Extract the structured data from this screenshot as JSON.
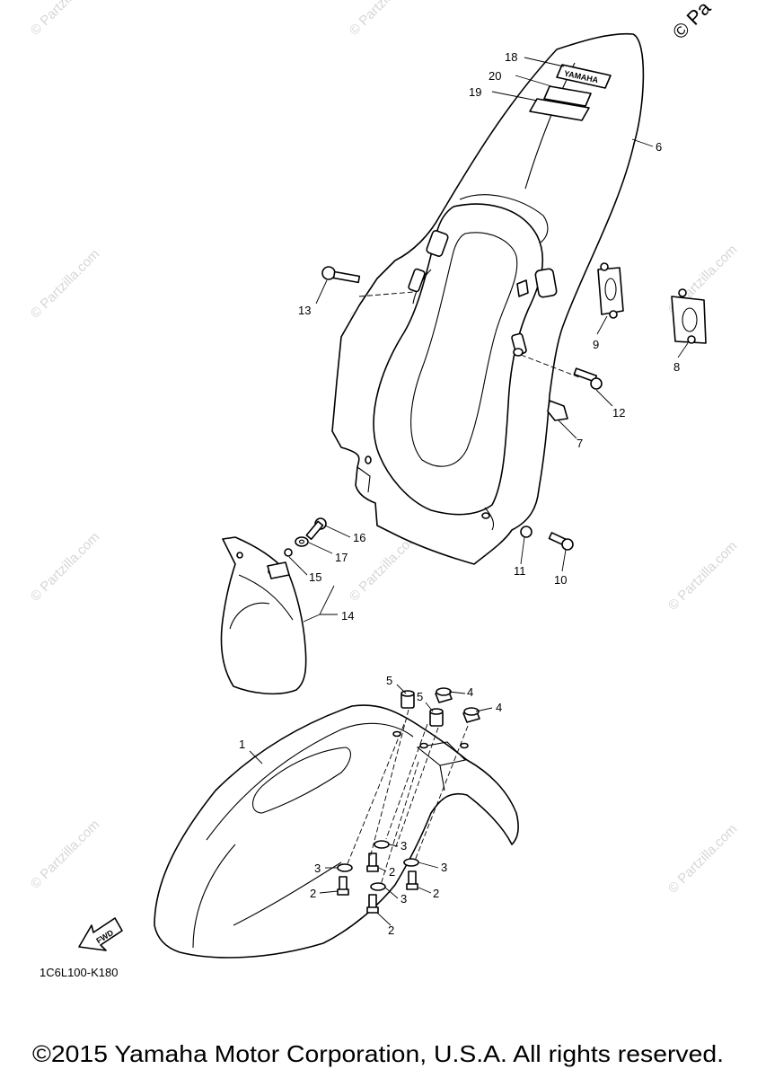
{
  "diagram_code": "1C6L100-K180",
  "copyright": "©2015 Yamaha Motor Corporation, U.S.A. All rights reserved.",
  "watermark": "© Partzilla.com",
  "watermark_corner": "© Pa",
  "fwd_label": "FWD",
  "decal_logo_text": "YAMAHA",
  "callouts": {
    "c1": "1",
    "c2a": "2",
    "c2b": "2",
    "c2c": "2",
    "c2d": "2",
    "c3a": "3",
    "c3b": "3",
    "c3c": "3",
    "c3d": "3",
    "c4a": "4",
    "c4b": "4",
    "c5a": "5",
    "c5b": "5",
    "c6": "6",
    "c7": "7",
    "c8": "8",
    "c9": "9",
    "c10": "10",
    "c11": "11",
    "c12": "12",
    "c13": "13",
    "c14": "14",
    "c15": "15",
    "c16": "16",
    "c17": "17",
    "c18": "18",
    "c19": "19",
    "c20": "20"
  }
}
